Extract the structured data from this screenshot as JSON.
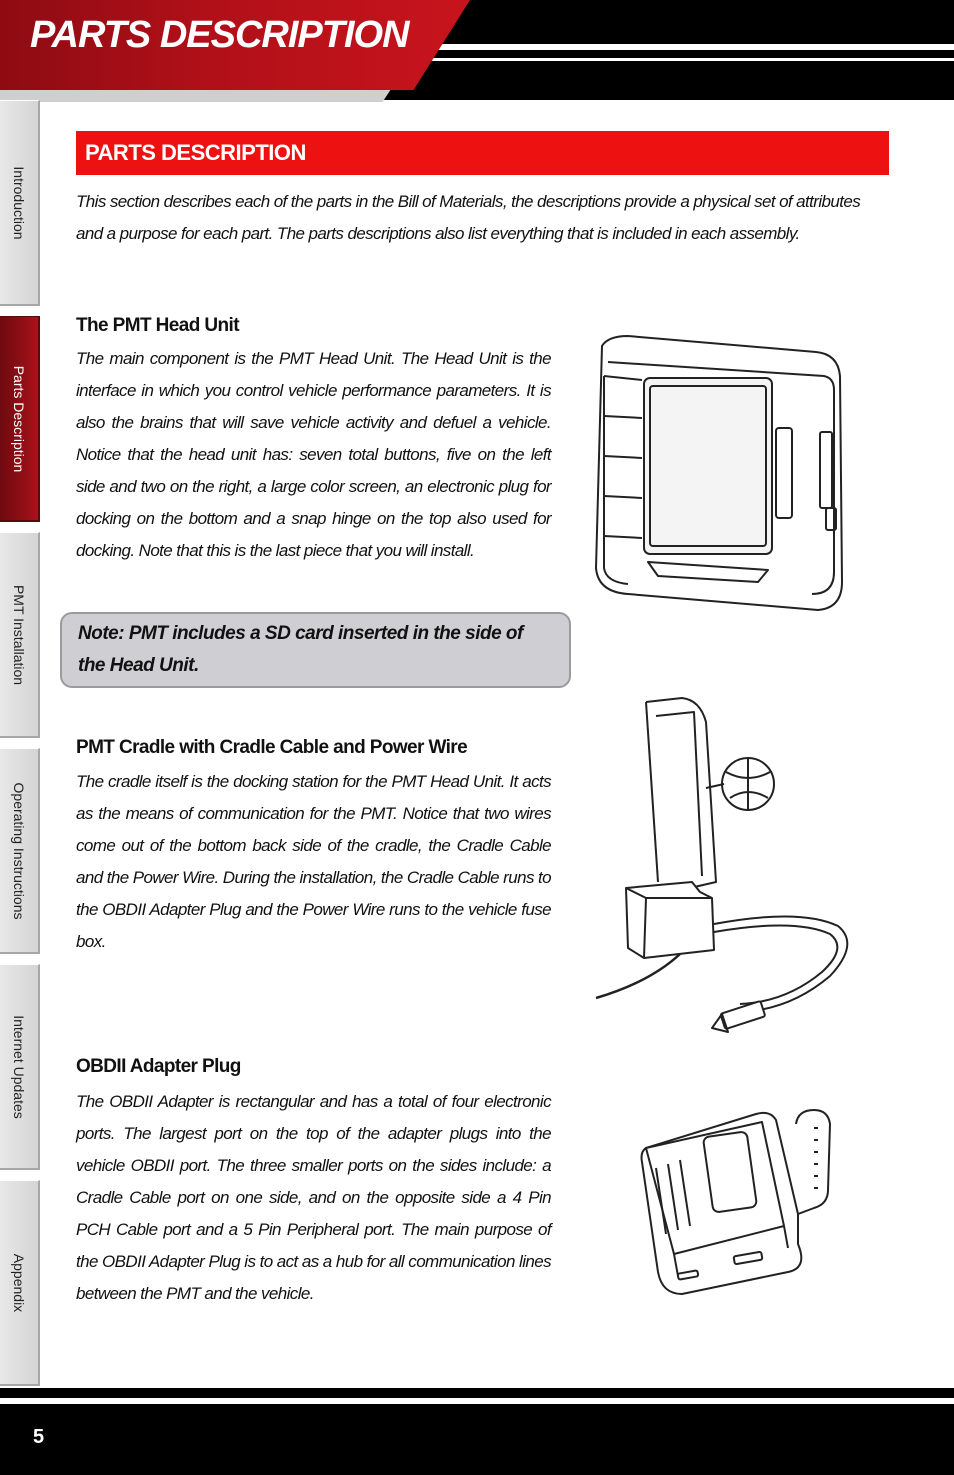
{
  "header": {
    "title": "PARTS DESCRIPTION"
  },
  "side_tabs": [
    {
      "label": "Introduction",
      "active": false
    },
    {
      "label": "Parts Description",
      "active": true
    },
    {
      "label": "PMT Installation",
      "active": false
    },
    {
      "label": "Operating Instructions",
      "active": false
    },
    {
      "label": "Internet Updates",
      "active": false
    },
    {
      "label": "Appendix",
      "active": false
    }
  ],
  "section": {
    "heading": "PARTS DESCRIPTION",
    "intro": "This section describes each of the parts in the Bill of Materials, the descriptions provide a physical set of attributes and a purpose for each part. The parts descriptions also list everything that is included in each assembly."
  },
  "parts": [
    {
      "title": "The PMT Head Unit",
      "text": "The main component is the PMT Head Unit. The Head Unit is the interface in which you control vehicle performance parameters. It is also the brains that will save vehicle activity and defuel a vehicle. Notice that the head unit has: seven total buttons, five on the left side and two on the right, a large color screen, an electronic plug for docking on the bottom and a snap hinge on the top also used for docking. Note that this is the last piece that you will install.",
      "note": "Note: PMT includes a SD card inserted in the side of the Head Unit."
    },
    {
      "title": "PMT Cradle with Cradle Cable and Power Wire",
      "text": "The cradle itself is the docking station for the PMT Head Unit. It acts as the means of communication for the PMT. Notice that two wires come out of the bottom back side of the cradle, the Cradle Cable and the Power Wire. During the installation, the Cradle Cable runs to the OBDII Adapter Plug and the Power Wire runs to the vehicle fuse box."
    },
    {
      "title": "OBDII Adapter Plug",
      "text": "The OBDII Adapter is rectangular and has a total of four electronic ports. The largest port on the top of the adapter plugs into the vehicle OBDII port. The three smaller ports on the sides include: a Cradle Cable port on one side, and on the opposite side a 4 Pin PCH Cable port and a 5 Pin Peripheral port. The main purpose of the OBDII Adapter Plug is to act as a hub for all communication lines between the PMT and the vehicle."
    }
  ],
  "footer": {
    "page_number": "5"
  }
}
